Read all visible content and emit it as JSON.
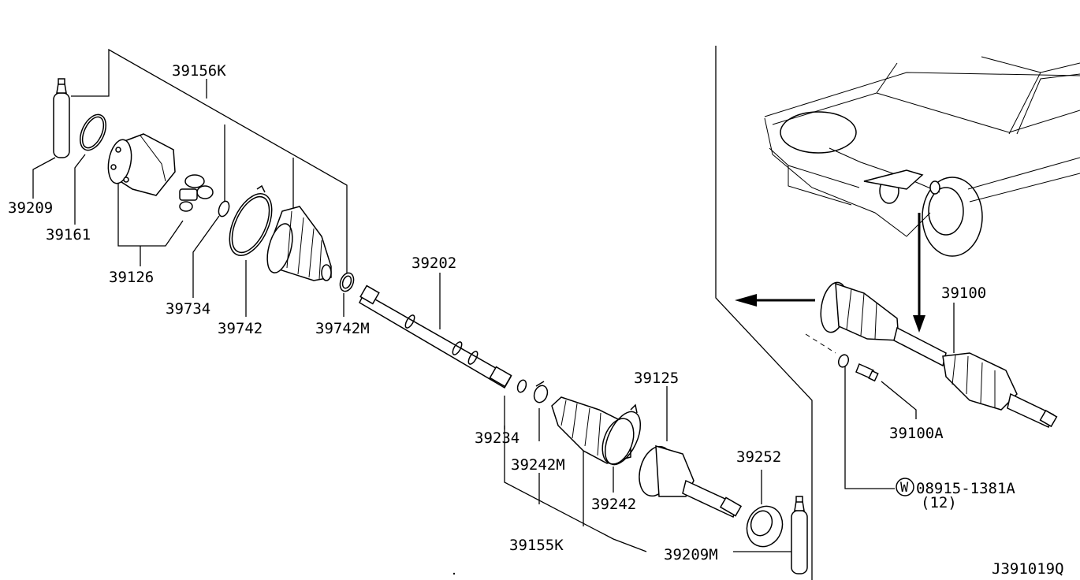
{
  "diagram_id": "J391019Q",
  "callouts": {
    "p39209": "39209",
    "p39161": "39161",
    "p39126": "39126",
    "p39156K": "39156K",
    "p39734": "39734",
    "p39742": "39742",
    "p39742M": "39742M",
    "p39202": "39202",
    "p39234": "39234",
    "p39242M": "39242M",
    "p39125": "39125",
    "p39242": "39242",
    "p39155K": "39155K",
    "p39209M": "39209M",
    "p39252": "39252",
    "p39100": "39100",
    "p39100A": "39100A",
    "p08915": "08915-1381A",
    "qty": "(12)",
    "washer_symbol": "W"
  },
  "icons": {
    "view_arrow": "arrow-left-icon",
    "car_arrow": "arrow-down-icon"
  }
}
